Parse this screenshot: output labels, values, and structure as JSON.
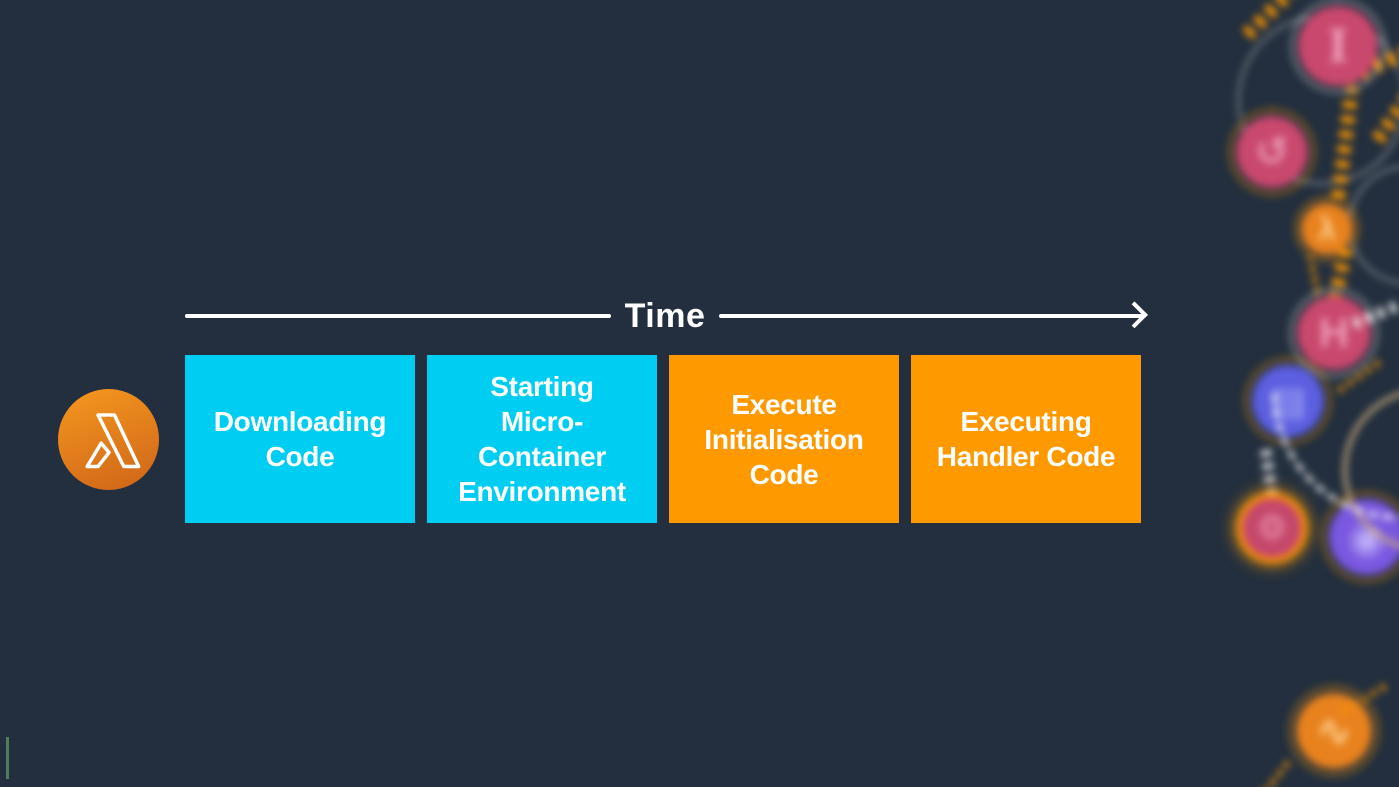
{
  "colors": {
    "background": "#232F3E",
    "cold_start_cyan": "#00CDF2",
    "warm_orange": "#FF9900",
    "text_white": "#FFFFFF",
    "green_accent": "#4E7D5B",
    "lambda_badge_gradient_start": "#F2931E",
    "lambda_badge_gradient_end": "#D2691A"
  },
  "timeline": {
    "label": "Time"
  },
  "lambda_badge": {
    "icon": "aws-lambda-icon",
    "glyph": "λ"
  },
  "stages": [
    {
      "label": "Downloading\nCode",
      "color": "#00CDF2"
    },
    {
      "label": "Starting\nMicro-\nContainer\nEnvironment",
      "color": "#00CDF2"
    },
    {
      "label": "Execute\nInitialisation\nCode",
      "color": "#FF9900"
    },
    {
      "label": "Executing\nHandler Code",
      "color": "#FF9900"
    }
  ],
  "decor": {
    "nodes": [
      {
        "name": "instance-node",
        "color": "#C9486E",
        "glyph": "I"
      },
      {
        "name": "sync-node",
        "color": "#C9486E",
        "glyph": "↺"
      },
      {
        "name": "lambda-node",
        "color": "#E8821E",
        "glyph": "λ"
      },
      {
        "name": "h-node",
        "color": "#C9486E",
        "glyph": "H"
      },
      {
        "name": "blue-node",
        "color": "#5C5FE0",
        "glyph": "▤"
      },
      {
        "name": "glow-node",
        "color": "#C5486B",
        "glyph": "⚙"
      },
      {
        "name": "purple-node",
        "color": "#7A58E0",
        "glyph": "◉"
      },
      {
        "name": "squiggle-node",
        "color": "#E8821E",
        "glyph": "∿"
      }
    ]
  }
}
